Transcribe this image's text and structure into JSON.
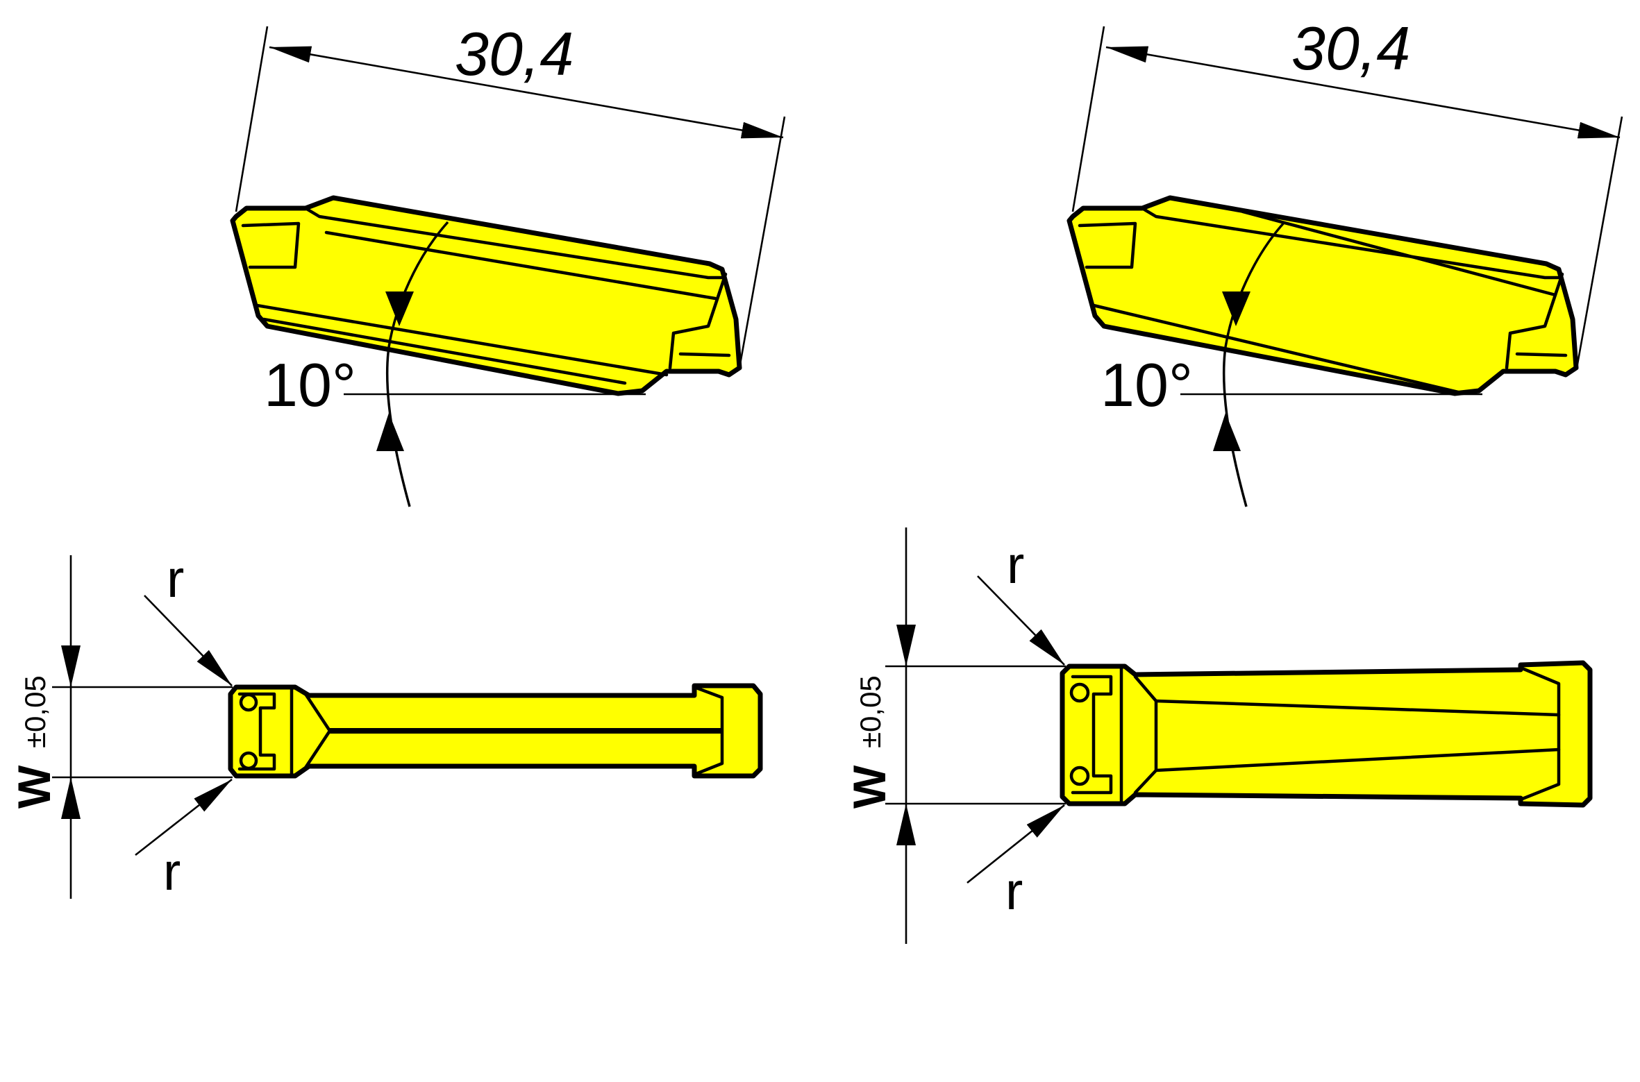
{
  "colors": {
    "insert": "#ffff00",
    "outline": "#000000",
    "background": "#ffffff"
  },
  "views": [
    {
      "id": "left",
      "side_view": {
        "length_label": "30,4",
        "angle_label": "10°"
      },
      "top_view": {
        "radius_top_label": "r",
        "radius_bottom_label": "r",
        "width_label": "W",
        "width_tolerance": "±0,05"
      }
    },
    {
      "id": "right",
      "side_view": {
        "length_label": "30,4",
        "angle_label": "10°"
      },
      "top_view": {
        "radius_top_label": "r",
        "radius_bottom_label": "r",
        "width_label": "W",
        "width_tolerance": "±0,05"
      }
    }
  ]
}
